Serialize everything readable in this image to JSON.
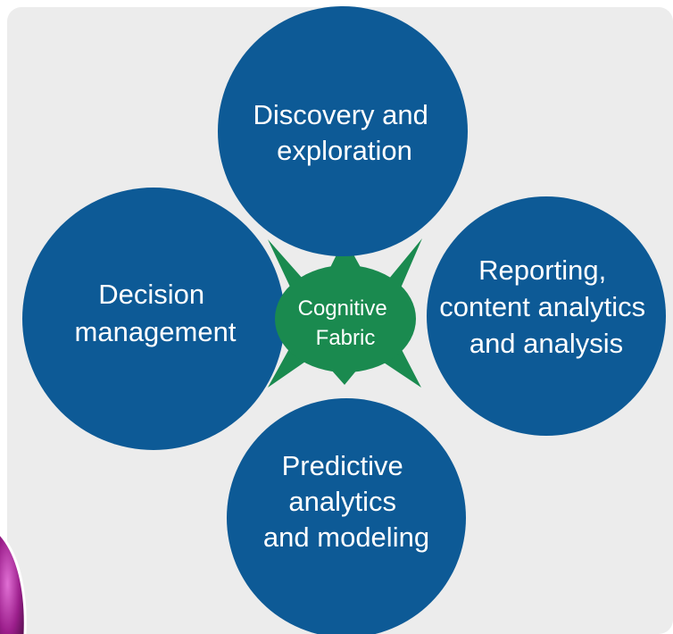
{
  "diagram": {
    "center": {
      "lines": [
        "Cognitive",
        "Fabric"
      ],
      "color": "#1a8a4f"
    },
    "nodes": {
      "top": {
        "lines": [
          "Discovery and",
          "exploration"
        ]
      },
      "left": {
        "lines": [
          "Decision",
          "management"
        ]
      },
      "right": {
        "lines": [
          "Reporting,",
          "content analytics",
          "and analysis"
        ]
      },
      "bottom": {
        "lines": [
          "Predictive",
          "analytics",
          "and modeling"
        ]
      }
    },
    "node_color": "#0d5a96",
    "panel_color": "#ececec",
    "accent_color": "#9c1f8c"
  }
}
